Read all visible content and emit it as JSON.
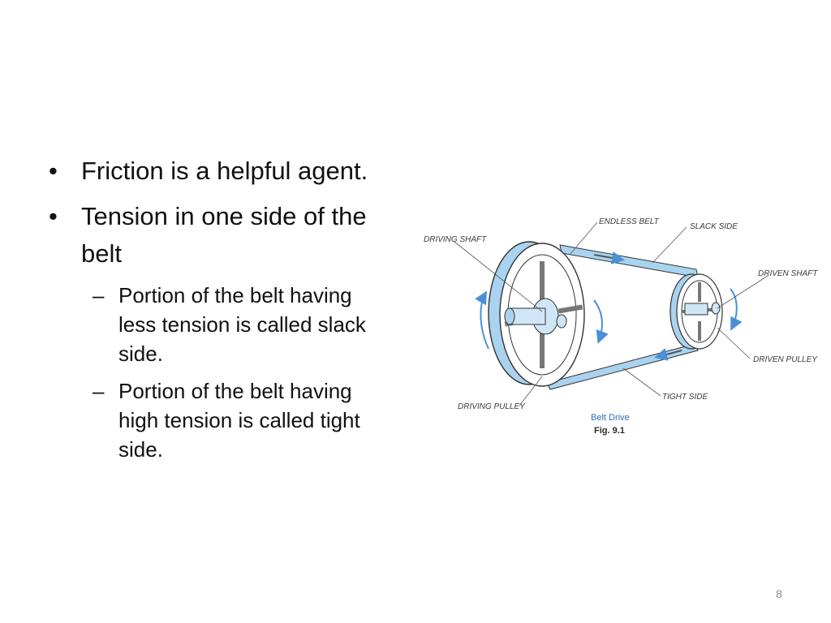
{
  "bullets": {
    "item1": "Friction is a helpful agent.",
    "item2": "Tension in one side of the belt",
    "sub1": "Portion of the belt having less tension is called slack side.",
    "sub2": "Portion of the belt having high tension is called tight side."
  },
  "figure": {
    "labels": {
      "endless_belt": "ENDLESS BELT",
      "slack_side": "SLACK SIDE",
      "driving_shaft": "DRIVING SHAFT",
      "driven_shaft": "DRIVEN SHAFT",
      "driven_pulley": "DRIVEN PULLEY",
      "tight_side": "TIGHT SIDE",
      "driving_pulley": "DRIVING PULLEY"
    },
    "caption": "Belt Drive",
    "fig_number": "Fig. 9.1",
    "colors": {
      "belt": "#a9d3ee",
      "arrow": "#4a90d6",
      "outline": "#333333"
    }
  },
  "page_number": "8"
}
